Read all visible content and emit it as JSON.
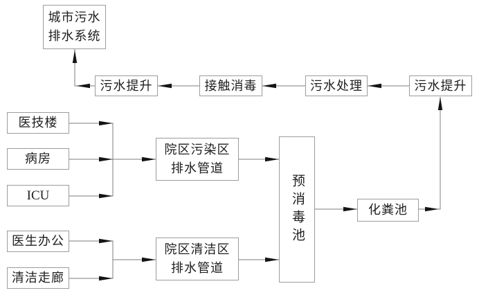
{
  "diagram": {
    "background_color": "#ffffff",
    "line_color": "#7d7d7d",
    "border_color": "#9b9b9b",
    "arrow_color": "#141414",
    "text_color": "#1e1e1e",
    "nodes": {
      "city_system": "城市污水\n排水系统",
      "sewage_lift_1": "污水提升",
      "contact_disinfection": "接触消毒",
      "sewage_treatment": "污水处理",
      "sewage_lift_2": "污水提升",
      "medical_tech_building": "医技楼",
      "ward": "病房",
      "icu": "ICU",
      "polluted_area_pipes": "院区污染区\n排水管道",
      "pre_disinfection_tank": "预消毒池",
      "septic_tank": "化粪池",
      "doctor_office": "医生办公",
      "clean_corridor": "清洁走廊",
      "clean_area_pipes": "院区清洁区\n排水管道"
    },
    "edges": [
      {
        "from": "sewage_lift_1",
        "to": "city_system"
      },
      {
        "from": "contact_disinfection",
        "to": "sewage_lift_1"
      },
      {
        "from": "sewage_treatment",
        "to": "contact_disinfection"
      },
      {
        "from": "sewage_lift_2",
        "to": "sewage_treatment"
      },
      {
        "from": "medical_tech_building",
        "to": "polluted_area_pipes"
      },
      {
        "from": "ward",
        "to": "polluted_area_pipes"
      },
      {
        "from": "icu",
        "to": "polluted_area_pipes"
      },
      {
        "from": "polluted_area_pipes",
        "to": "pre_disinfection_tank"
      },
      {
        "from": "doctor_office",
        "to": "clean_area_pipes"
      },
      {
        "from": "clean_corridor",
        "to": "clean_area_pipes"
      },
      {
        "from": "clean_area_pipes",
        "to": "pre_disinfection_tank"
      },
      {
        "from": "pre_disinfection_tank",
        "to": "septic_tank"
      },
      {
        "from": "septic_tank",
        "to": "sewage_lift_2"
      }
    ]
  }
}
